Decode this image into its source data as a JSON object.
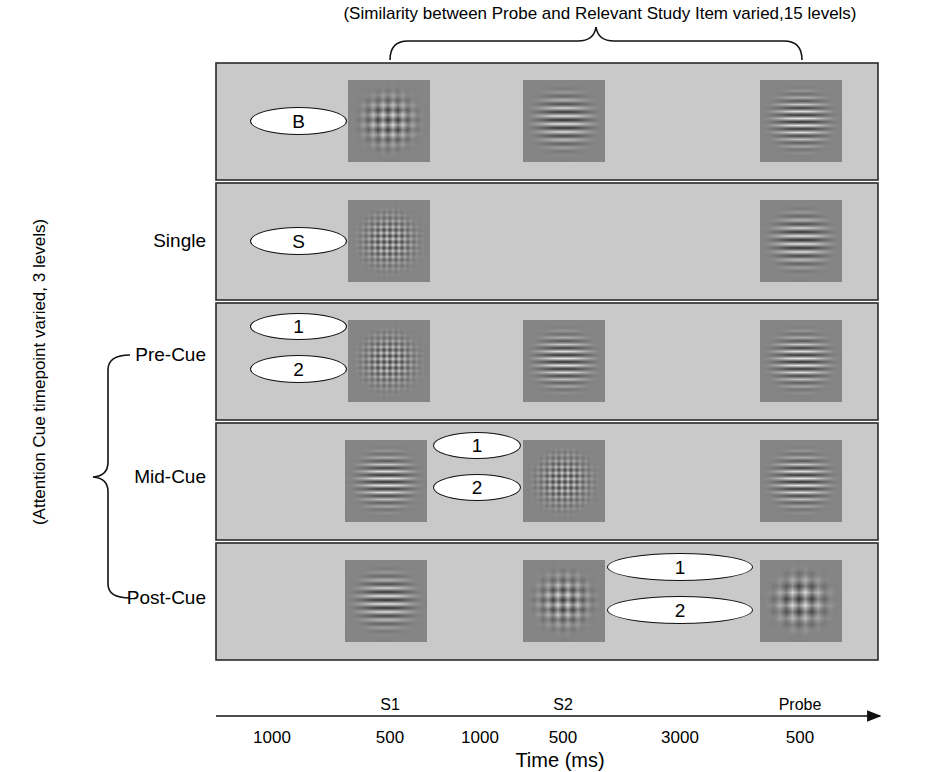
{
  "diagram": {
    "nodes": [
      {
        "text": [
          "B"
        ]
      },
      {
        "text": [
          "S"
        ]
      },
      {
        "text": [
          "1"
        ]
      },
      {
        "text": [
          "2"
        ]
      },
      {
        "text": [
          "1"
        ]
      },
      {
        "text": [
          "2"
        ]
      },
      {
        "text": [
          "1"
        ]
      },
      {
        "text": [
          "2"
        ]
      }
    ],
    "labels": [
      "(Similarity between Probe and Relevant Study Item varied,15 levels)",
      "(Attention Cue timepoint varied, 3 levels)",
      "Single",
      "Pre-Cue",
      "Mid-Cue",
      "Post-Cue",
      "S1",
      "S2",
      "Probe",
      "1000",
      "500",
      "1000",
      "500",
      "3000",
      "500",
      "Time (ms)"
    ]
  }
}
